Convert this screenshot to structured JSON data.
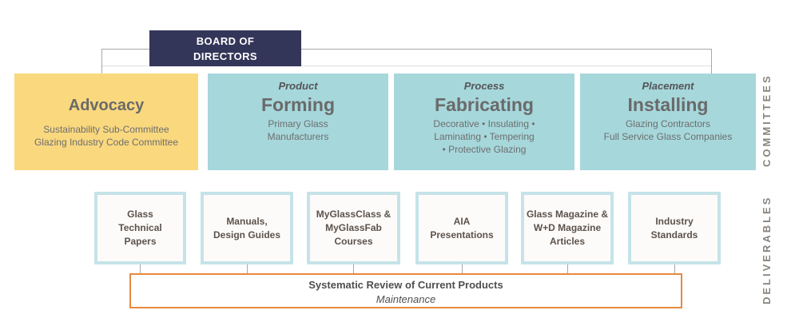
{
  "board": {
    "lines": [
      "BOARD OF",
      "DIRECTORS"
    ]
  },
  "committees": [
    {
      "category": "",
      "title": "Advocacy",
      "lines": [
        "Sustainability Sub-Committee",
        "Glazing Industry Code Committee"
      ]
    },
    {
      "category": "Product",
      "title": "Forming",
      "lines": [
        "Primary Glass",
        "Manufacturers"
      ]
    },
    {
      "category": "Process",
      "title": "Fabricating",
      "lines": [
        "Decorative • Insulating •",
        "Laminating • Tempering",
        "• Protective Glazing"
      ]
    },
    {
      "category": "Placement",
      "title": "Installing",
      "lines": [
        "Glazing Contractors",
        "Full Service Glass Companies"
      ]
    }
  ],
  "deliverables": [
    {
      "lines": [
        "Glass",
        "Technical",
        "Papers"
      ]
    },
    {
      "lines": [
        "Manuals,",
        "Design Guides"
      ]
    },
    {
      "lines": [
        "MyGlassClass &",
        "MyGlassFab",
        "Courses"
      ]
    },
    {
      "lines": [
        "AIA",
        "Presentations"
      ]
    },
    {
      "lines": [
        "Glass Magazine &",
        "W+D Magazine",
        "Articles"
      ]
    },
    {
      "lines": [
        "Industry Standards"
      ]
    }
  ],
  "review_box": {
    "title": "Systematic Review of Current Products",
    "subtitle": "Maintenance"
  },
  "side_labels": {
    "committees": "COMMITTEES",
    "deliverables": "DELIVERABLES"
  },
  "colors": {
    "board_navy": "#343659",
    "advocacy_yellow": "#f9d87e",
    "committee_teal": "#a6d7db",
    "deliverable_border_blue": "#c5e3e9",
    "review_orange": "#e78a3d",
    "text_gray": "#6e6e6e",
    "side_label_gray": "#8a847d",
    "connector_gray": "#a8a8a8"
  }
}
